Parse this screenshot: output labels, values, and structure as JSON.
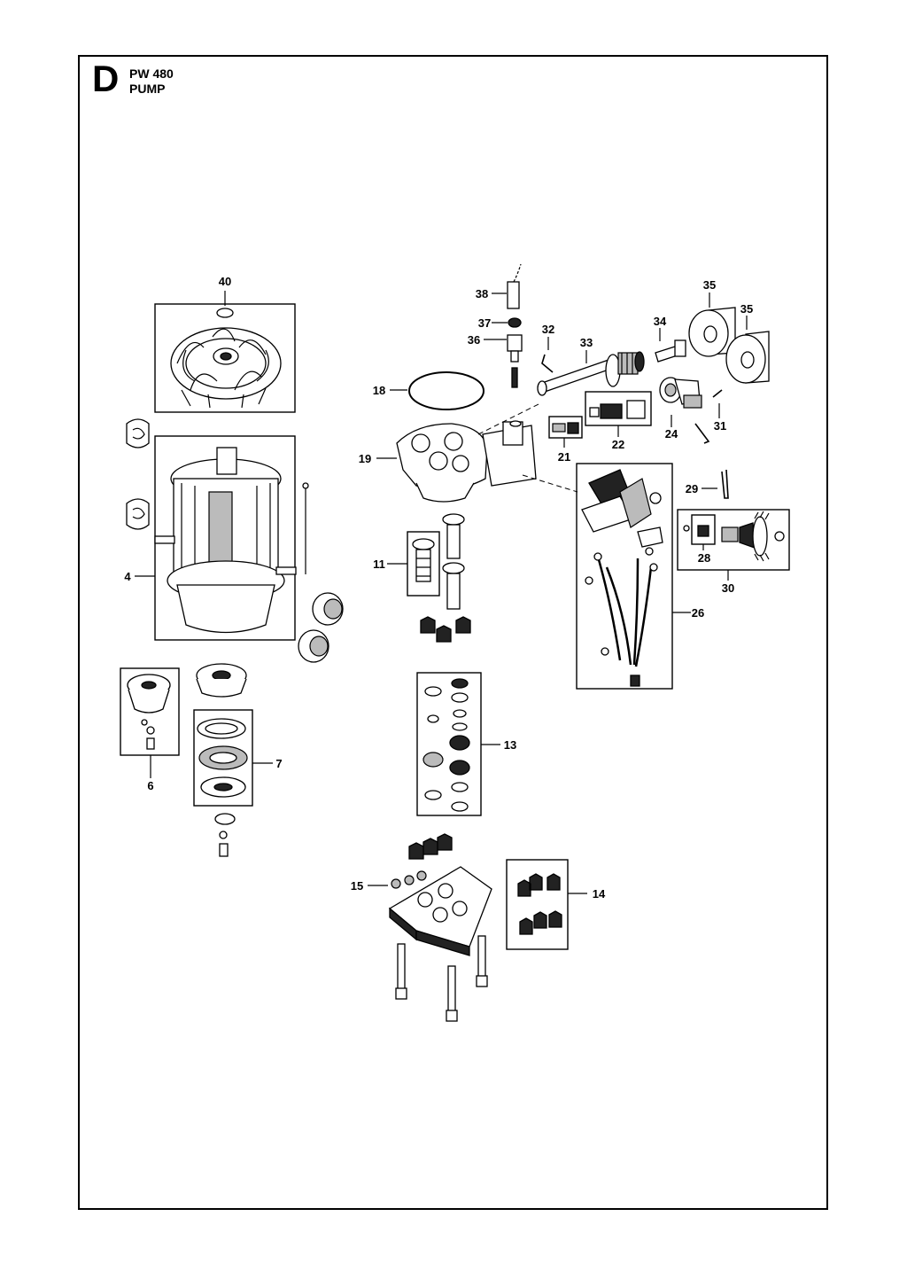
{
  "header": {
    "section_letter": "D",
    "model": "PW 480",
    "title": "PUMP"
  },
  "callouts": [
    "40",
    "4",
    "6",
    "7",
    "18",
    "19",
    "11",
    "13",
    "15",
    "14",
    "38",
    "37",
    "36",
    "32",
    "33",
    "34",
    "35",
    "35",
    "21",
    "22",
    "24",
    "31",
    "29",
    "28",
    "30",
    "26"
  ]
}
